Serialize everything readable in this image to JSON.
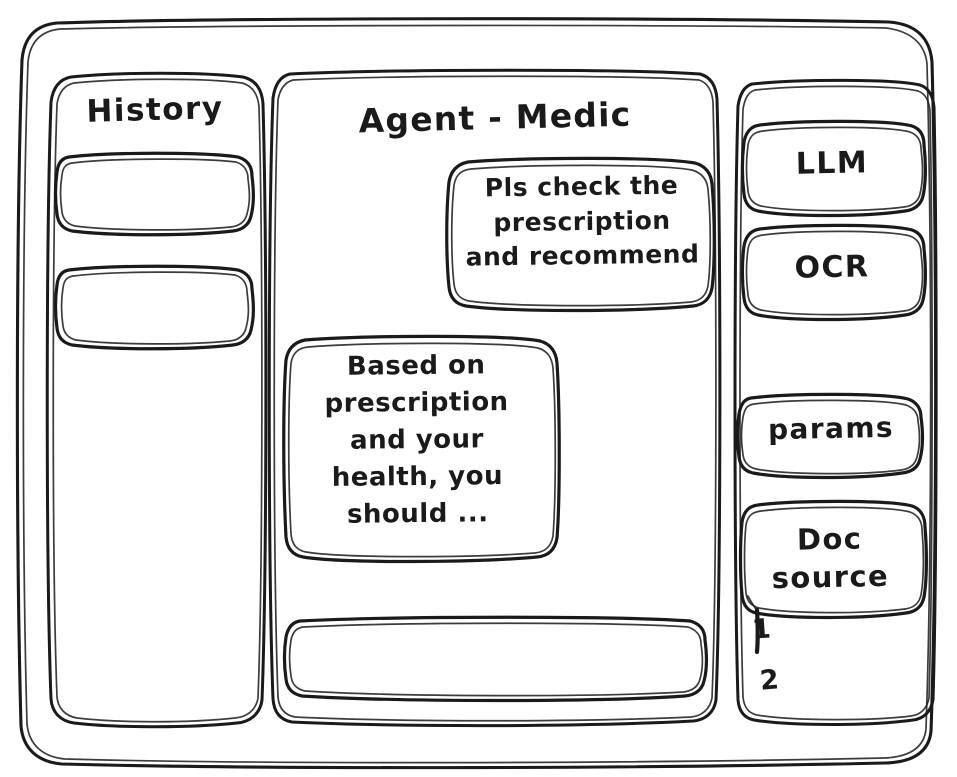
{
  "app": {
    "style": "hand-drawn-wireframe",
    "stroke_color": "#1a1a1a",
    "background_color": "#ffffff"
  },
  "sidebar_left": {
    "title": "History",
    "items": [
      {
        "label": "",
        "name": "history-item-1"
      },
      {
        "label": "",
        "name": "history-item-2"
      }
    ]
  },
  "main": {
    "title": "Agent - Medic",
    "messages": [
      {
        "role": "user",
        "align": "right",
        "text": "Pls check the\nprescription\nand recommend"
      },
      {
        "role": "assistant",
        "align": "left",
        "text": "Based on\nprescription\nand your\nhealth, you\nshould ..."
      }
    ],
    "composer": {
      "value": "",
      "placeholder": ""
    }
  },
  "sidebar_right": {
    "tools": [
      {
        "label": "LLM"
      },
      {
        "label": "OCR"
      }
    ],
    "config": [
      {
        "label": "params"
      }
    ],
    "doc_source": {
      "label": "Doc\nsource",
      "entries": [
        {
          "number": "1",
          "label": ""
        },
        {
          "number": "2",
          "label": ""
        }
      ]
    }
  }
}
